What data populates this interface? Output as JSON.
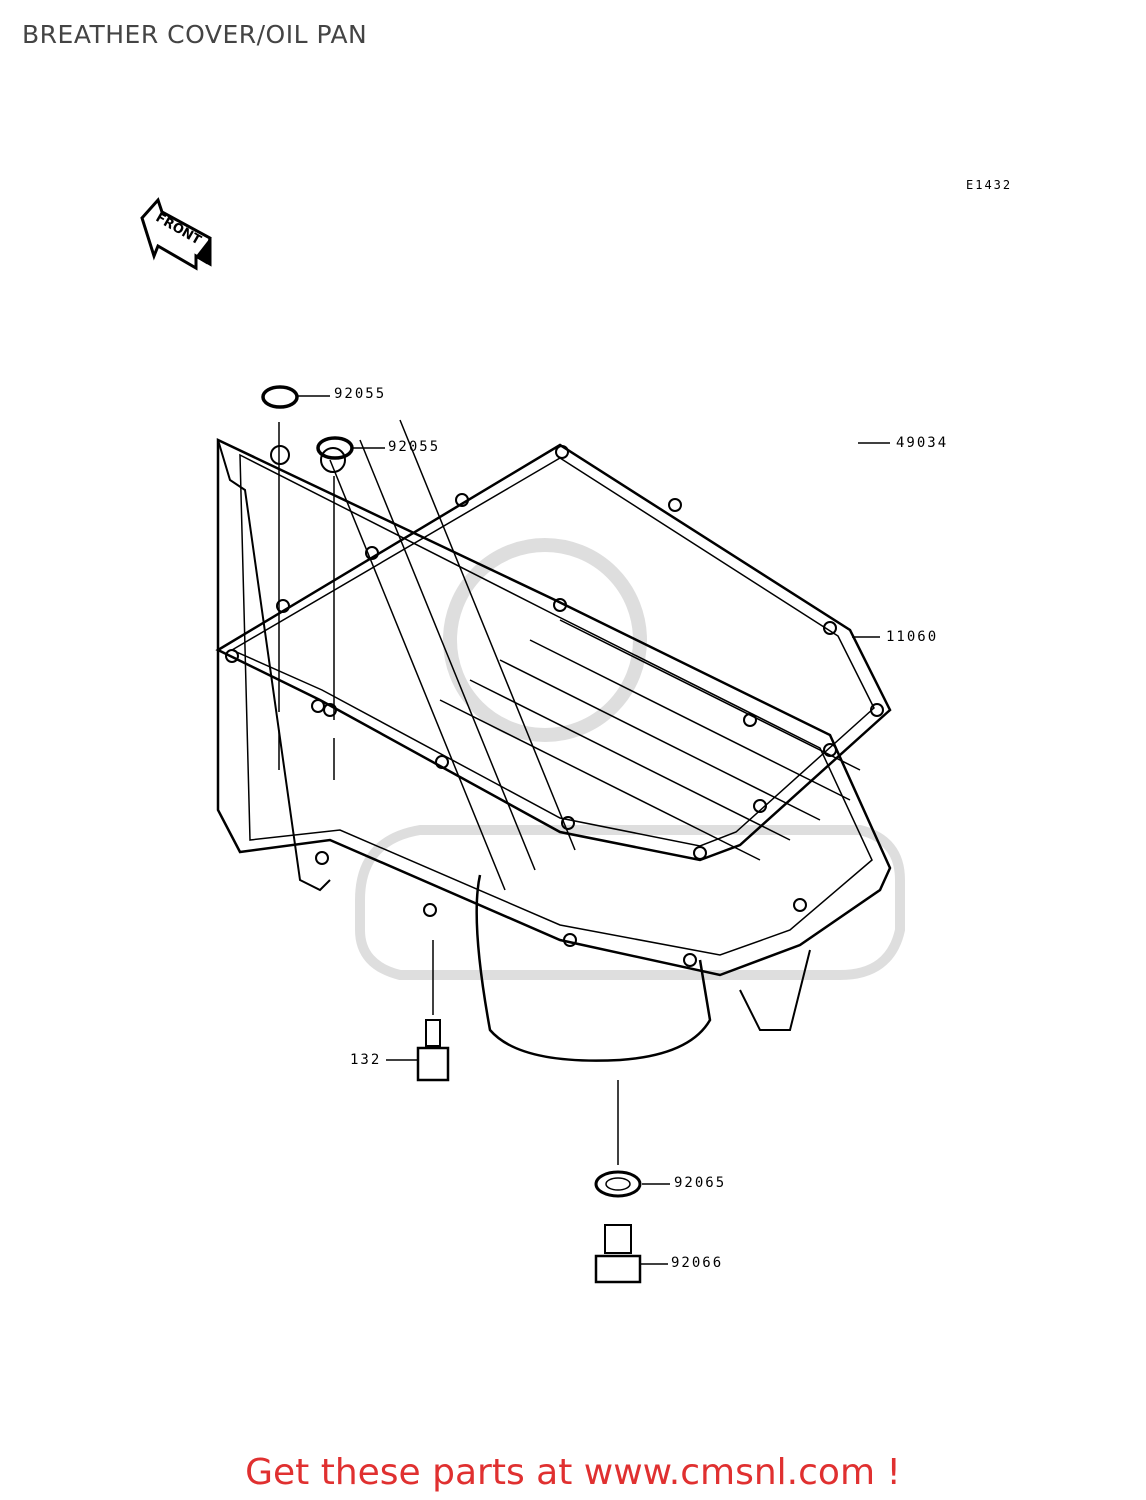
{
  "title": "BREATHER COVER/OIL PAN",
  "diagram_code": "E1432",
  "front_arrow_label": "FRONT",
  "parts": [
    {
      "id": "o-ring-upper",
      "number": "92055"
    },
    {
      "id": "o-ring-lower",
      "number": "92055"
    },
    {
      "id": "gasket",
      "number": "11060"
    },
    {
      "id": "oil-pan",
      "number": "49034"
    },
    {
      "id": "bolt",
      "number": "132"
    },
    {
      "id": "washer",
      "number": "92065"
    },
    {
      "id": "drain-plug",
      "number": "92066"
    }
  ],
  "footer": "Get these parts at www.cmsnl.com !"
}
